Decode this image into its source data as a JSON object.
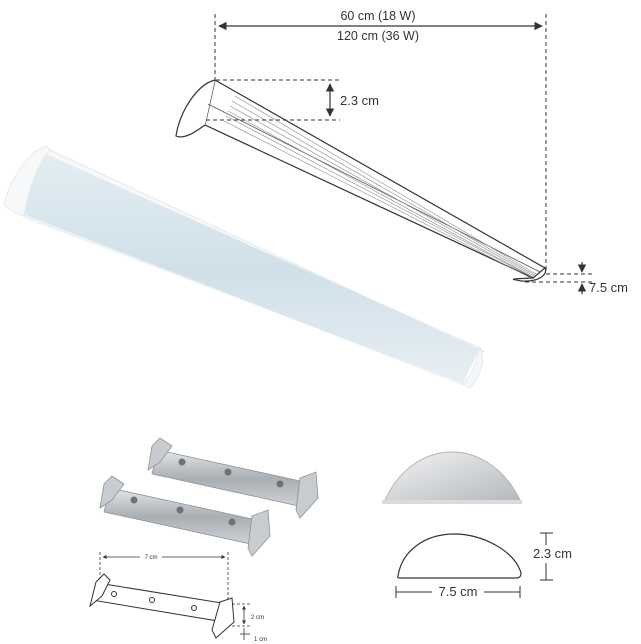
{
  "dimensions": {
    "length_short": "60 cm (18 W)",
    "length_long": "120 cm (36 W)",
    "height": "2.3 cm",
    "width": "7.5 cm"
  },
  "bracket": {
    "length": "7 cm",
    "height": "2 cm",
    "depth": "1 cm"
  },
  "end_cap": {
    "height": "2.3 cm",
    "width": "7.5 cm"
  },
  "colors": {
    "diffuser": "#d6e6ee",
    "housing": "#f4f6f7",
    "steel": "#b9bec3",
    "line": "#333333"
  }
}
